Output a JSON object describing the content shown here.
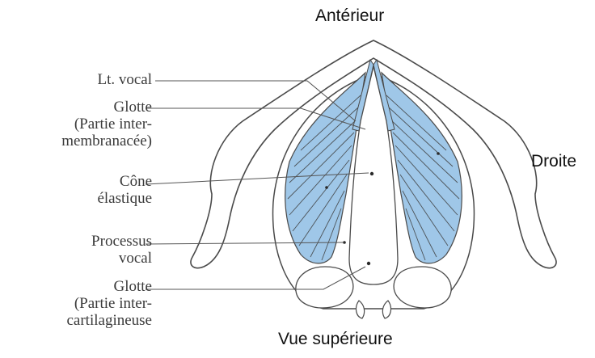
{
  "orientation": {
    "top": "Antérieur",
    "right": "Droite",
    "bottom": "Vue supérieure"
  },
  "labels": [
    {
      "id": "lt-vocal",
      "lines": [
        "Lt. vocal"
      ]
    },
    {
      "id": "glotte-intermembranacee",
      "lines": [
        "Glotte",
        "(Partie inter-",
        "membranacée)"
      ]
    },
    {
      "id": "cone-elastique",
      "lines": [
        "Cône",
        "élastique"
      ]
    },
    {
      "id": "processus-vocal",
      "lines": [
        "Processus",
        "vocal"
      ]
    },
    {
      "id": "glotte-intercartilagineuse",
      "lines": [
        "Glotte",
        "(Partie inter-",
        "cartilagineuse"
      ]
    }
  ],
  "colors": {
    "muscle": "#9fc7e8",
    "outline": "#4a4a4a",
    "leader": "#555555"
  }
}
